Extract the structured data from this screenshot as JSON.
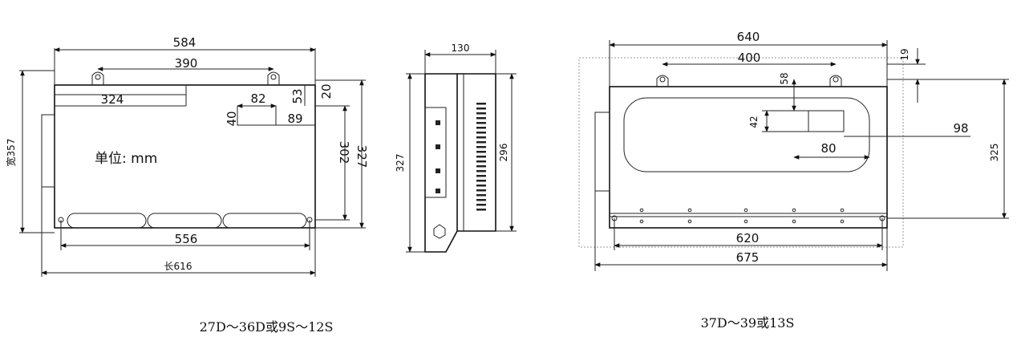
{
  "drawing_a": {
    "caption": "27D～36D或9S～12S",
    "unit_note": "单位: mm",
    "dims": {
      "d584": "584",
      "d390": "390",
      "d324": "324",
      "d82": "82",
      "d53": "53",
      "d20": "20",
      "d40": "40",
      "d89": "89",
      "d302": "302",
      "d327": "327",
      "width": "宽357",
      "d556": "556",
      "length": "长616"
    }
  },
  "drawing_b": {
    "dims": {
      "d130": "130",
      "d327": "327",
      "d296": "296"
    }
  },
  "drawing_c": {
    "caption": "37D～39或13S",
    "dims": {
      "d640": "640",
      "d19": "19",
      "d400": "400",
      "d58": "58",
      "d42": "42",
      "d98": "98",
      "d80": "80",
      "d325": "325",
      "d620": "620",
      "d675": "675"
    }
  }
}
